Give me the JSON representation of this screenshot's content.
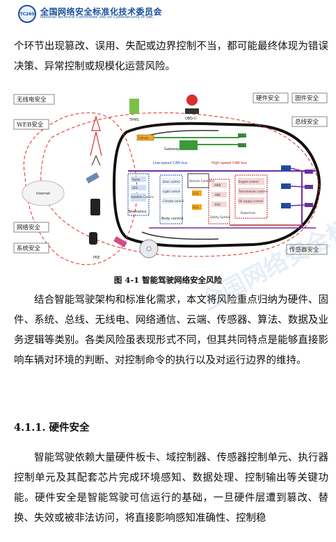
{
  "header": {
    "org_name_cn": "全国网络安全标准化技术委员会",
    "org_name_en": "National Technical Committee 260 on Cybersecurity of SAC",
    "logo_text": "TC260"
  },
  "paragraph_1": "个环节出现篡改、误用、失配或边界控制不当，都可能最终体现为错误决策、异常控制或规模化运营风险。",
  "figure": {
    "caption": "图 4-1 智能驾驶网络安全风险",
    "labels": {
      "wireless": "无线电安全",
      "web": "WEB安全",
      "network": "网络安全",
      "system": "系统安全",
      "hardware": "硬件安全",
      "firmware": "固件安全",
      "bus": "总线安全",
      "sensor": "传感器安全",
      "tpms": "TPMS",
      "obd": "OBD-II",
      "pke": "PKE",
      "internet": "Internet",
      "gateway": "Gateway",
      "cellular": "Cellular",
      "low_speed_bus": "Low-speed CAN bus",
      "high_speed_bus": "High-speed CAN bus",
      "radio": "Radio",
      "gps": "GPS",
      "satellite": "Satellite Comms",
      "telematics": "Telematics",
      "door_control": "Door control",
      "light_control": "Light control",
      "climate_control": "Climate control",
      "body_control": "Body control",
      "domain_controller": "Domain Controller",
      "ecu": "ECU",
      "airb": "AIRB",
      "abs": "ABS",
      "esa": "ESA",
      "safety_system": "Safety System",
      "engine_control": "Engine control",
      "transmission_control": "Transmission control",
      "oil_supply_control": "Oil supply control",
      "powertrain": "Powertrain"
    },
    "colors": {
      "risk_outline": "#d9302c",
      "low_speed": "#1f4fa8",
      "high_speed": "#c0212b",
      "ecu_fill": "#f7a81b",
      "bus_green": "#3a9a3a",
      "bus_purple": "#6a2fa0"
    }
  },
  "paragraph_2": "结合智能驾驶架构和标准化需求，本文将风险重点归纳为硬件、固件、系统、总线、无线电、网络通信、云端、传感器、算法、数据及业务逻辑等类别。各类风险虽表现形式不同，但其共同特点是能够直接影响车辆对环境的判断、对控制命令的执行以及对运行边界的维持。",
  "section_title": "4.1.1. 硬件安全",
  "paragraph_3": "智能驾驶依赖大量硬件板卡、域控制器、传感器控制单元、执行器控制单元及其配套芯片完成环境感知、数据处理、控制输出等关键功能。硬件安全是智能驾驶可信运行的基础，一旦硬件层遭到篡改、替换、失效或被非法访问，将直接影响感知准确性、控制稳",
  "watermark": "全国网络安全标准化技术委员会"
}
